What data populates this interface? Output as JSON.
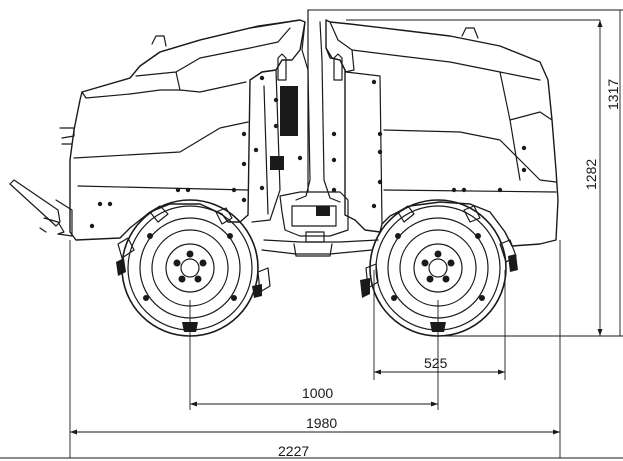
{
  "dimensions": {
    "track_width": "525",
    "wheel_axis_width": "1000",
    "body_width": "1980",
    "overall_length": "2227",
    "height_body": "1282",
    "height_overall": "1317"
  }
}
